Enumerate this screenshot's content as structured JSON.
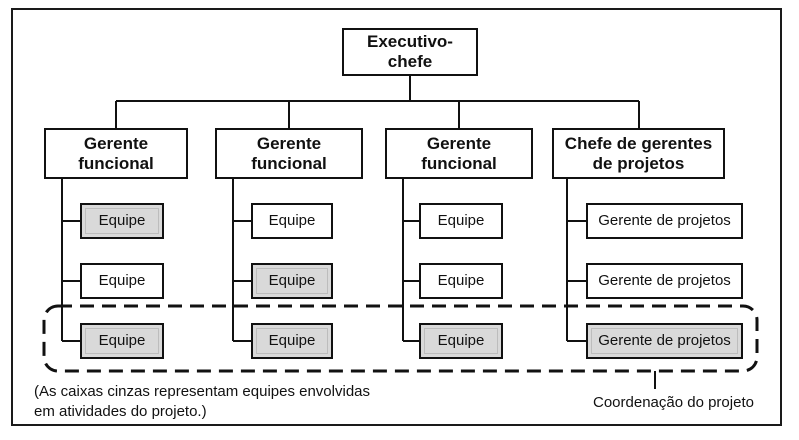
{
  "diagram": {
    "root": {
      "label": "Executivo-\nchefe"
    },
    "columns": [
      {
        "label": "Gerente\nfuncional",
        "items": [
          {
            "label": "Equipe",
            "grey": true
          },
          {
            "label": "Equipe",
            "grey": false
          },
          {
            "label": "Equipe",
            "grey": true
          }
        ]
      },
      {
        "label": "Gerente\nfuncional",
        "items": [
          {
            "label": "Equipe",
            "grey": false
          },
          {
            "label": "Equipe",
            "grey": true
          },
          {
            "label": "Equipe",
            "grey": true
          }
        ]
      },
      {
        "label": "Gerente\nfuncional",
        "items": [
          {
            "label": "Equipe",
            "grey": false
          },
          {
            "label": "Equipe",
            "grey": false
          },
          {
            "label": "Equipe",
            "grey": true
          }
        ]
      },
      {
        "label": "Chefe de gerentes\nde projetos",
        "items": [
          {
            "label": "Gerente de projetos",
            "grey": false
          },
          {
            "label": "Gerente de projetos",
            "grey": false
          },
          {
            "label": "Gerente de projetos",
            "grey": true
          }
        ]
      }
    ],
    "legend_note": "(As caixas cinzas representam equipes envolvidas\nem atividades do projeto.)",
    "coordination_label": "Coordenação do projeto"
  },
  "colors": {
    "grey_box": "#d9d9d9",
    "line": "#111111"
  }
}
